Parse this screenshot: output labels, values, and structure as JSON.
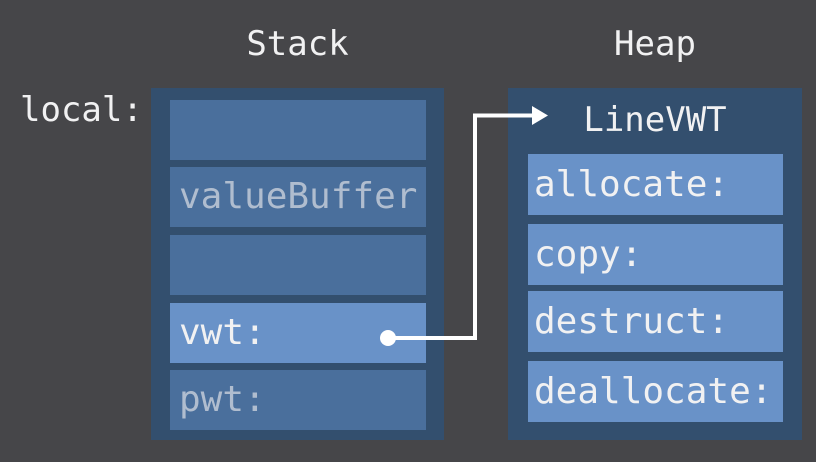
{
  "colors": {
    "background": "#464649",
    "panel": "#334F6E",
    "row-medium": "#4A6F9C",
    "row-light": "#6992C8",
    "text-white": "#F1F1F2",
    "text-muted": "#B0BDCF",
    "arrow": "#FFFFFF"
  },
  "titles": {
    "stack": "Stack",
    "heap": "Heap"
  },
  "local_label": "local:",
  "stack": {
    "rows": [
      {
        "label": "",
        "variant": "medium"
      },
      {
        "label": "valueBuffer",
        "variant": "medium-muted"
      },
      {
        "label": "",
        "variant": "medium"
      },
      {
        "label": "vwt:",
        "variant": "light",
        "pointer_origin": true
      },
      {
        "label": "pwt:",
        "variant": "medium-muted"
      }
    ]
  },
  "heap": {
    "box_title": "LineVWT",
    "rows": [
      {
        "label": "allocate:"
      },
      {
        "label": "copy:"
      },
      {
        "label": "destruct:"
      },
      {
        "label": "deallocate:"
      }
    ]
  },
  "arrow": {
    "from": "vwt:",
    "to": "LineVWT"
  }
}
